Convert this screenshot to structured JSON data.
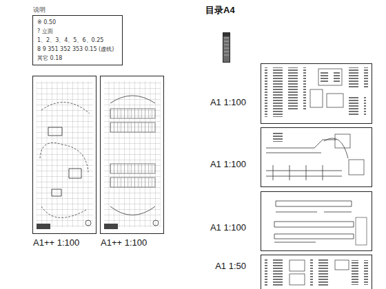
{
  "diagram": {
    "nodes": [
      {
        "text": [
          "说明",
          "※ 0.50",
          "? 立面",
          "1、2、3、4、5、6、0.25",
          "8 9 351 352 353 0.15 (虚线)",
          "其它 0.18"
        ]
      },
      {
        "text": [
          "A1++ 1:100"
        ]
      },
      {
        "text": [
          "A1++ 1:100"
        ]
      },
      {
        "text": [
          "目录A4"
        ]
      },
      {
        "text": [
          "A1 1:100"
        ]
      },
      {
        "text": [
          "A1 1:100"
        ]
      },
      {
        "text": [
          "A1 1:100"
        ]
      },
      {
        "text": [
          "A1 1:50"
        ]
      }
    ]
  }
}
